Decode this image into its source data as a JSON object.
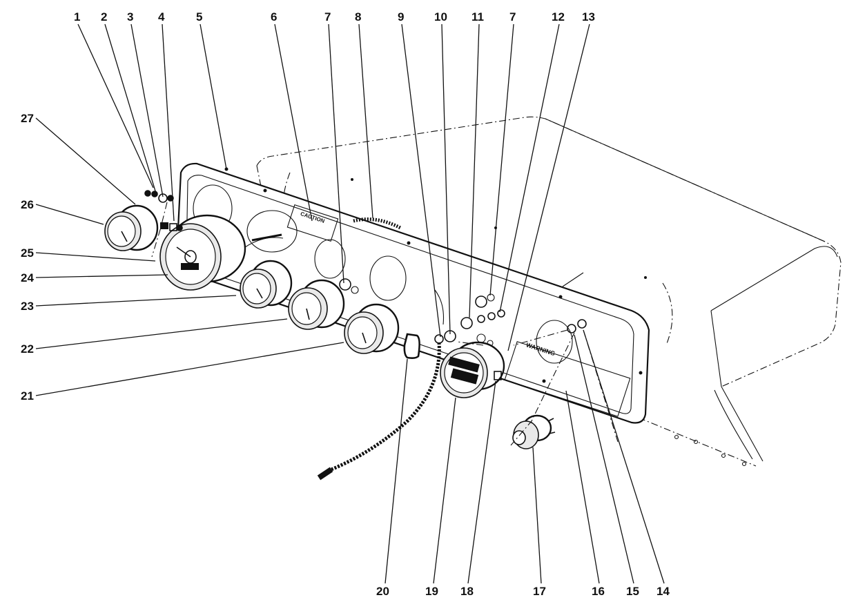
{
  "diagram": {
    "callouts": [
      "1",
      "2",
      "3",
      "4",
      "5",
      "6",
      "7",
      "8",
      "9",
      "10",
      "11",
      "7",
      "12",
      "13",
      "27",
      "26",
      "25",
      "24",
      "23",
      "22",
      "21",
      "20",
      "19",
      "18",
      "17",
      "16",
      "15",
      "14"
    ],
    "panel_labels": {
      "caution": "CAUTION",
      "warning": "WARNING"
    }
  }
}
